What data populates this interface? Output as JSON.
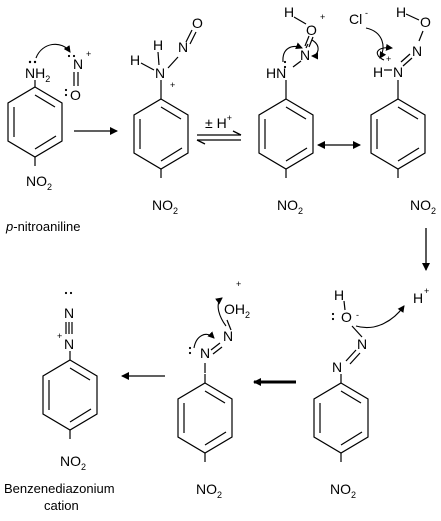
{
  "labels": {
    "nh2": "NH",
    "nh2_sub": "2",
    "n": "N",
    "o": "O",
    "h": "H",
    "hn": "HN",
    "no2": "NO",
    "no2_sub": "2",
    "oh2": "OH",
    "oh2_sub": "2",
    "cl": "Cl",
    "plus": "+",
    "minus": "-",
    "equilibrium": "± H",
    "equilibrium_sup": "+",
    "proton": "H",
    "proton_sup": "+"
  },
  "captions": {
    "p_nitroaniline_p": "p",
    "p_nitroaniline": "-nitroaniline",
    "benzenediazonium_line1": "Benzenediazonium",
    "benzenediazonium_line2": "cation"
  }
}
